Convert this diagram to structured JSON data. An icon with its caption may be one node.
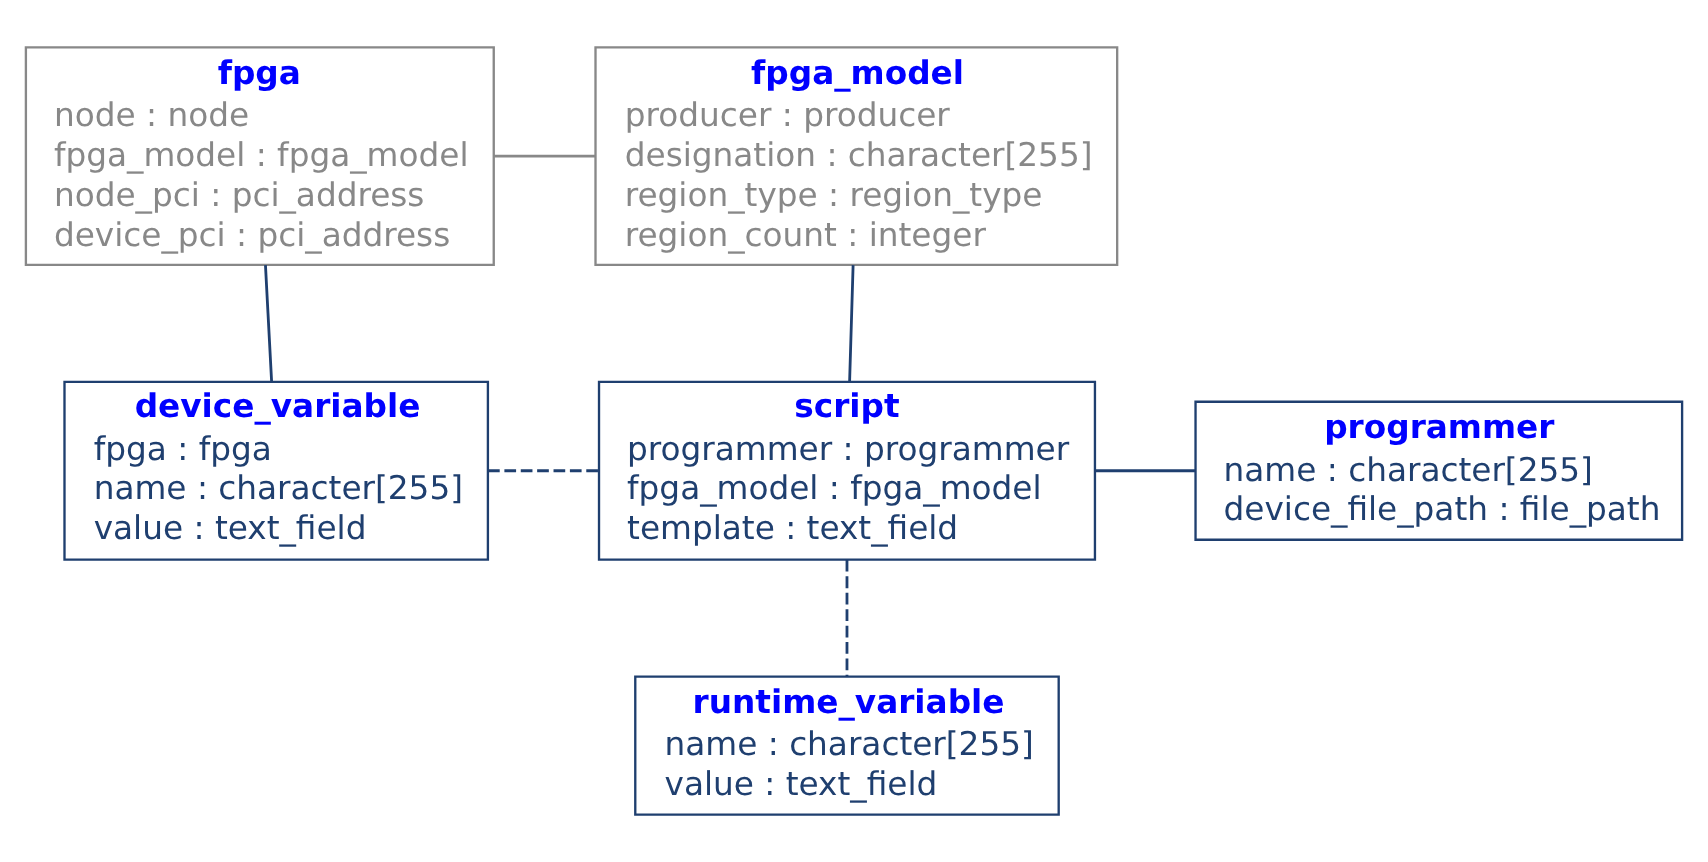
{
  "diagram": {
    "nodes": [
      {
        "text": [
          "fpga",
          "node : node",
          "fpga_model : fpga_model",
          "node_pci : pci_address",
          "device_pci : pci_address"
        ]
      },
      {
        "text": [
          "fpga_model",
          "producer : producer",
          "designation : character[255]",
          "region_type : region_type",
          "region_count : integer"
        ]
      },
      {
        "text": [
          "device_variable",
          "fpga : fpga",
          "name : character[255]",
          "value : text_field"
        ]
      },
      {
        "text": [
          "script",
          "programmer : programmer",
          "fpga_model : fpga_model",
          "template : text_field"
        ]
      },
      {
        "text": [
          "programmer",
          "name : character[255]",
          "device_file_path : file_path"
        ]
      },
      {
        "text": [
          "runtime_variable",
          "name : character[255]",
          "value : text_field"
        ]
      }
    ],
    "edges": [
      {
        "from": 0,
        "to": 1,
        "arrow": "none",
        "color": "#888888"
      },
      {
        "from": 0,
        "to": 2,
        "arrow": "none"
      },
      {
        "from": 1,
        "to": 3,
        "arrow": "none"
      },
      {
        "from": 2,
        "to": 3,
        "arrow": "none",
        "style": "dashed"
      },
      {
        "from": 3,
        "to": 4,
        "arrow": "none"
      },
      {
        "from": 3,
        "to": 5,
        "arrow": "none",
        "style": "dashed"
      }
    ]
  }
}
